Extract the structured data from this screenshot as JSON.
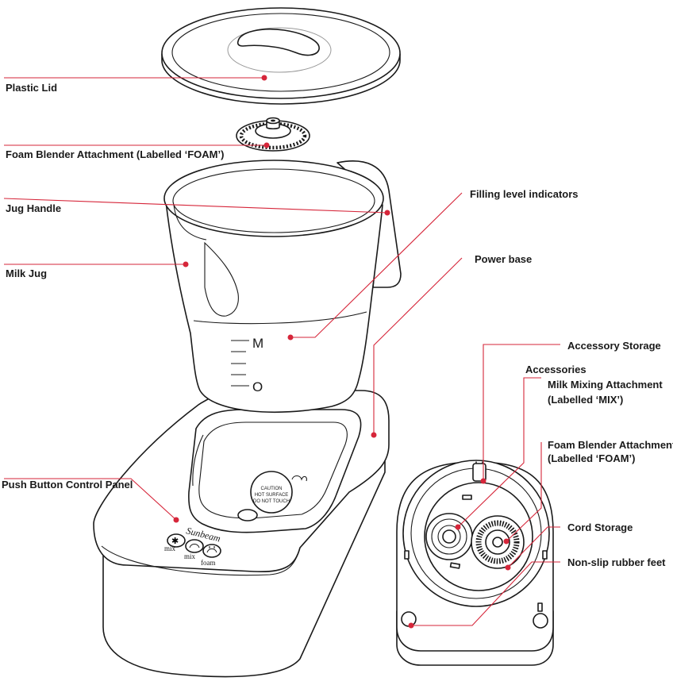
{
  "labels": {
    "plastic_lid": "Plastic Lid",
    "foam_blender_top": "Foam Blender Attachment (Labelled ‘FOAM’)",
    "jug_handle": "Jug Handle",
    "milk_jug": "Milk Jug",
    "filling_level": "Filling level indicators",
    "power_base": "Power base",
    "push_button": "Push Button Control Panel",
    "accessory_storage": "Accessory Storage",
    "accessories": "Accessories",
    "milk_mixing_1": "Milk Mixing Attachment",
    "milk_mixing_2": "(Labelled ‘MIX’)",
    "foam_blender_right_1": "Foam Blender Attachment",
    "foam_blender_right_2": "(Labelled ‘FOAM’)",
    "cord_storage": "Cord Storage",
    "rubber_feet": "Non-slip rubber feet"
  },
  "jug_marks": {
    "max": "M",
    "min": "O"
  },
  "base": {
    "brand": "Sunbeam",
    "buttons": [
      "mix",
      "mix",
      "foam"
    ],
    "caution_lines": [
      "CAUTION",
      "HOT SURFACE",
      "DO NOT TOUCH"
    ]
  },
  "colors": {
    "leader": "#d6263a",
    "ink": "#1a1a1a"
  }
}
